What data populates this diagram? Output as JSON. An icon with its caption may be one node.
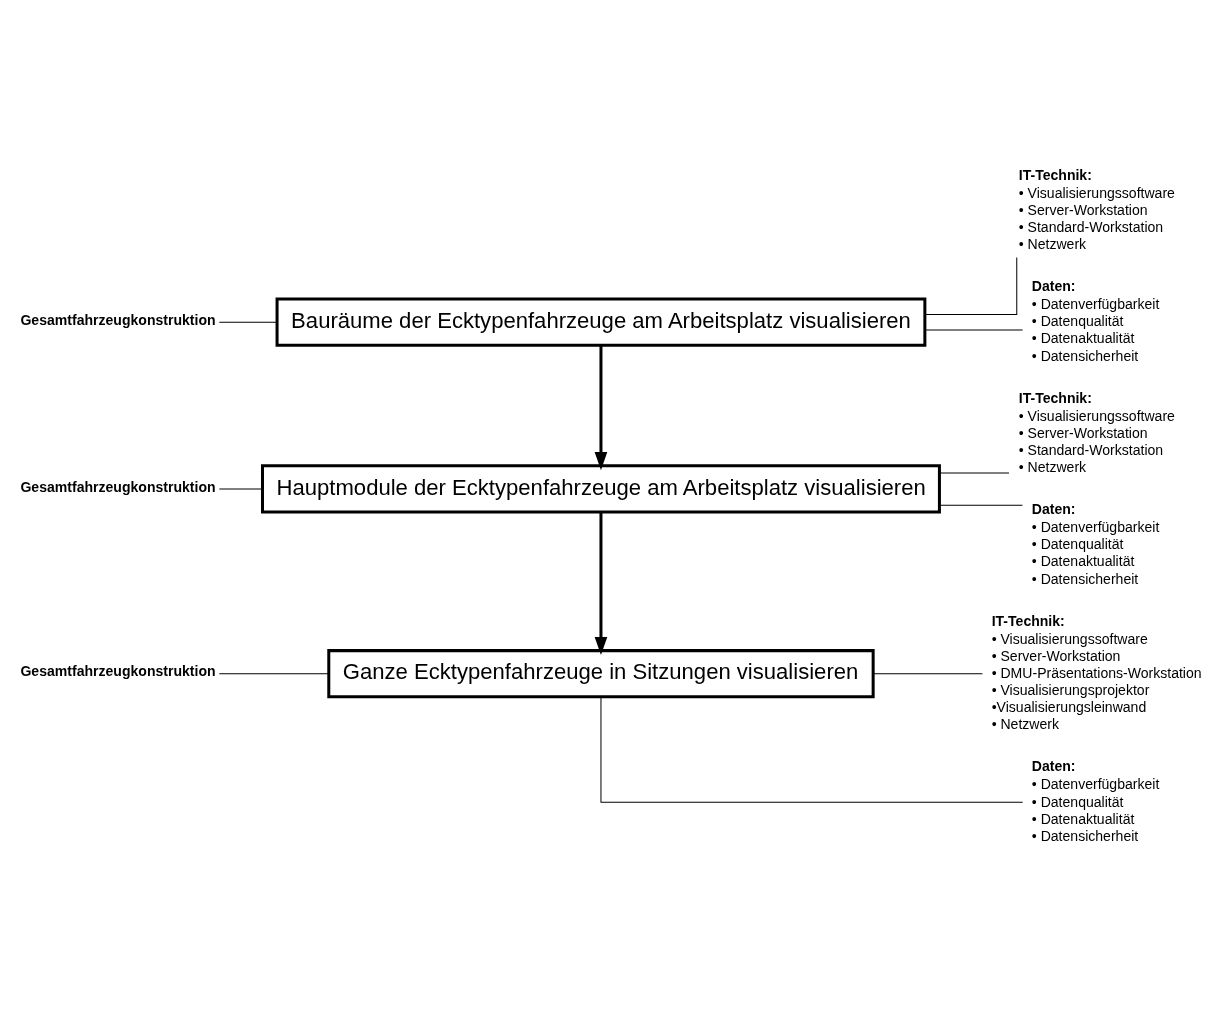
{
  "diagram": {
    "nodes": [
      {
        "text": [
          "Gesamtfahrzeugkonstruktion"
        ]
      },
      {
        "text": [
          "Bauräume der Ecktypenfahrzeuge am Arbeitsplatz visualisieren"
        ]
      },
      {
        "text": [
          "IT-Technik:",
          "• Visualisierungssoftware",
          "• Server-Workstation",
          "• Standard-Workstation",
          "• Netzwerk"
        ]
      },
      {
        "text": [
          "Daten:",
          "• Datenverfügbarkeit",
          "• Datenqualität",
          "• Datenaktualität",
          "• Datensicherheit"
        ]
      },
      {
        "text": [
          "Gesamtfahrzeugkonstruktion"
        ]
      },
      {
        "text": [
          "Hauptmodule der Ecktypenfahrzeuge am Arbeitsplatz visualisieren"
        ]
      },
      {
        "text": [
          "IT-Technik:",
          "• Visualisierungssoftware",
          "• Server-Workstation",
          "• Standard-Workstation",
          "• Netzwerk"
        ]
      },
      {
        "text": [
          "Daten:",
          "• Datenverfügbarkeit",
          "• Datenqualität",
          "• Datenaktualität",
          "• Datensicherheit"
        ]
      },
      {
        "text": [
          "Gesamtfahrzeugkonstruktion"
        ]
      },
      {
        "text": [
          "Ganze Ecktypenfahrzeuge in Sitzungen visualisieren"
        ]
      },
      {
        "text": [
          "IT-Technik:",
          "• Visualisierungssoftware",
          "• Server-Workstation",
          "• DMU-Präsentations-Workstation",
          "• Visualisierungsprojektor",
          "•Visualisierungsleinwand",
          "• Netzwerk"
        ]
      },
      {
        "text": [
          "Daten:",
          "• Datenverfügbarkeit",
          "• Datenqualität",
          "• Datenaktualität",
          "• Datensicherheit"
        ]
      }
    ],
    "edges": [
      {
        "from": 0,
        "to": 1,
        "arrow": "none"
      },
      {
        "from": 1,
        "to": 2,
        "arrow": "none"
      },
      {
        "from": 1,
        "to": 3,
        "arrow": "none"
      },
      {
        "from": 1,
        "to": 5,
        "arrow": "to",
        "style": "thick"
      },
      {
        "from": 4,
        "to": 5,
        "arrow": "none"
      },
      {
        "from": 5,
        "to": 6,
        "arrow": "none"
      },
      {
        "from": 5,
        "to": 7,
        "arrow": "none"
      },
      {
        "from": 5,
        "to": 9,
        "arrow": "to",
        "style": "thick"
      },
      {
        "from": 8,
        "to": 9,
        "arrow": "none"
      },
      {
        "from": 9,
        "to": 10,
        "arrow": "none"
      },
      {
        "from": 9,
        "to": 11,
        "arrow": "none"
      }
    ]
  }
}
